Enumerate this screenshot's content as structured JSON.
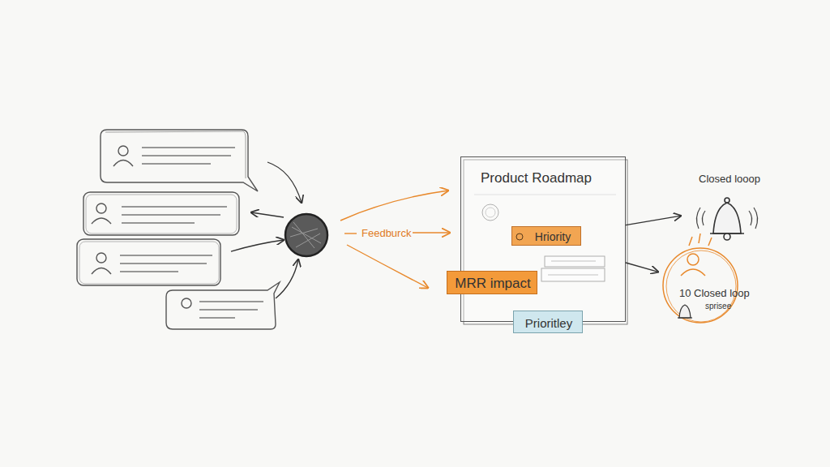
{
  "diagram": {
    "nodes": [
      {
        "text": [
          "Product Roadmap"
        ]
      },
      {
        "text": [
          "Hriority"
        ],
        "in": 0
      },
      {
        "text": [
          "MRR impact"
        ],
        "in": 0
      },
      {
        "text": [
          "Prioritley"
        ],
        "in": 0
      },
      {
        "text": [
          "Closed looop"
        ]
      },
      {
        "text": [
          "10 Closed loop",
          "sprisee"
        ]
      }
    ],
    "edges": [
      {
        "from": 0,
        "to": 4,
        "arrow": "to"
      },
      {
        "from": 0,
        "to": 5,
        "arrow": "to"
      }
    ],
    "labels": [
      "Feedburck"
    ]
  }
}
